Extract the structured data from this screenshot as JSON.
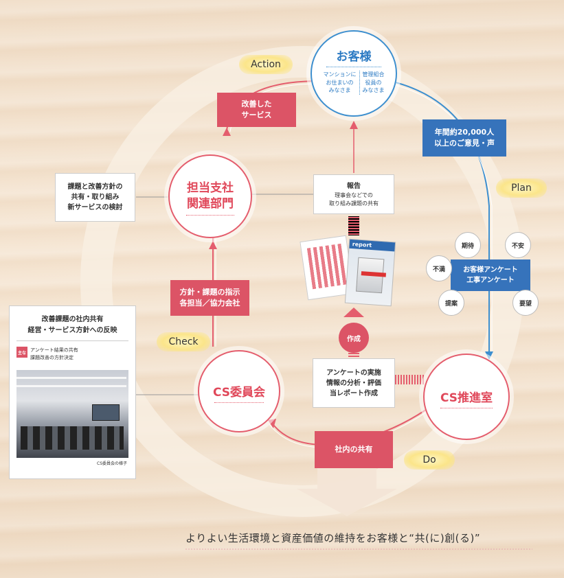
{
  "labels": {
    "action": "Action",
    "plan": "Plan",
    "check": "Check",
    "do": "Do"
  },
  "customer": {
    "title": "お客様",
    "left_lines": [
      "マンションに",
      "お住まいの",
      "みなさま"
    ],
    "right_lines": [
      "管理組合",
      "役員の",
      "みなさま"
    ]
  },
  "branch": {
    "line1": "担当支社",
    "line2": "関連部門"
  },
  "cs_committee": {
    "title": "CS委員会"
  },
  "cs_promotion": {
    "title": "CS推進室"
  },
  "boxes": {
    "improved_service": [
      "改善した",
      "サービス"
    ],
    "opinions": [
      "年間約20,000人",
      "以上のご意見・声"
    ],
    "share_issues": [
      "課題と改善方針の",
      "共有・取り組み",
      "新サービスの検討"
    ],
    "report_title": "報告",
    "report_sub": [
      "理事会などでの",
      "取り組み課題の共有"
    ],
    "policy": [
      "方針・課題の指示",
      "各担当／協力会社"
    ],
    "survey_work": [
      "アンケートの実施",
      "情報の分析・評価",
      "当レポート作成"
    ],
    "internal_share": "社内の共有",
    "create": "作成"
  },
  "survey": {
    "center": [
      "お客様アンケート",
      "工事アンケート"
    ],
    "bubbles": [
      "期待",
      "不安",
      "不満",
      "提案",
      "要望"
    ]
  },
  "left_panel": {
    "title": [
      "改善課題の社内共有",
      "経営・サービス方針への反映"
    ],
    "badge": "主な",
    "bullet": [
      "アンケート結果の共有",
      "課題改善の方針決定"
    ],
    "photo_caption": "CS委員会の様子"
  },
  "report_cover": "report",
  "footer": "よりよい生活環境と資産価値の維持をお客様と“共(に)創(る)”",
  "colors": {
    "red": "#dc5466",
    "blue": "#3673bb",
    "ring": "#f8eee2"
  }
}
